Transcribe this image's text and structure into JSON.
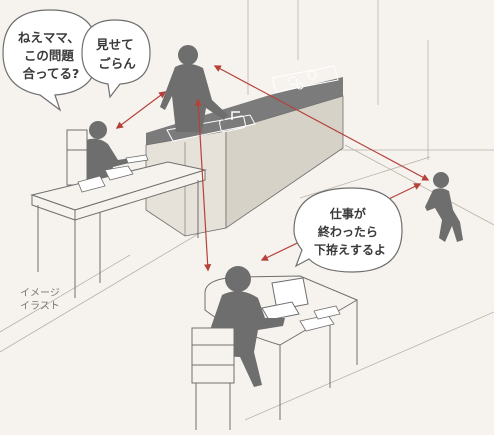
{
  "bubbles": {
    "child_question": {
      "lines": [
        "ねえママ、",
        "この問題",
        "合ってる?"
      ]
    },
    "mother_reply": {
      "lines": [
        "見せて",
        "ごらん"
      ]
    },
    "parent_promise": {
      "lines": [
        "仕事が",
        "終わったら",
        "下拵えするよ"
      ]
    }
  },
  "caption": {
    "lines": [
      "イメージ",
      "イラスト"
    ]
  },
  "colors": {
    "background": "#f6f3ee",
    "line": "#6f6f6f",
    "silhouette": "#6e6e6e",
    "counter_dark": "#7b7b7b",
    "counter_side": "#e6e2d9",
    "arrow": "#b5413a"
  }
}
